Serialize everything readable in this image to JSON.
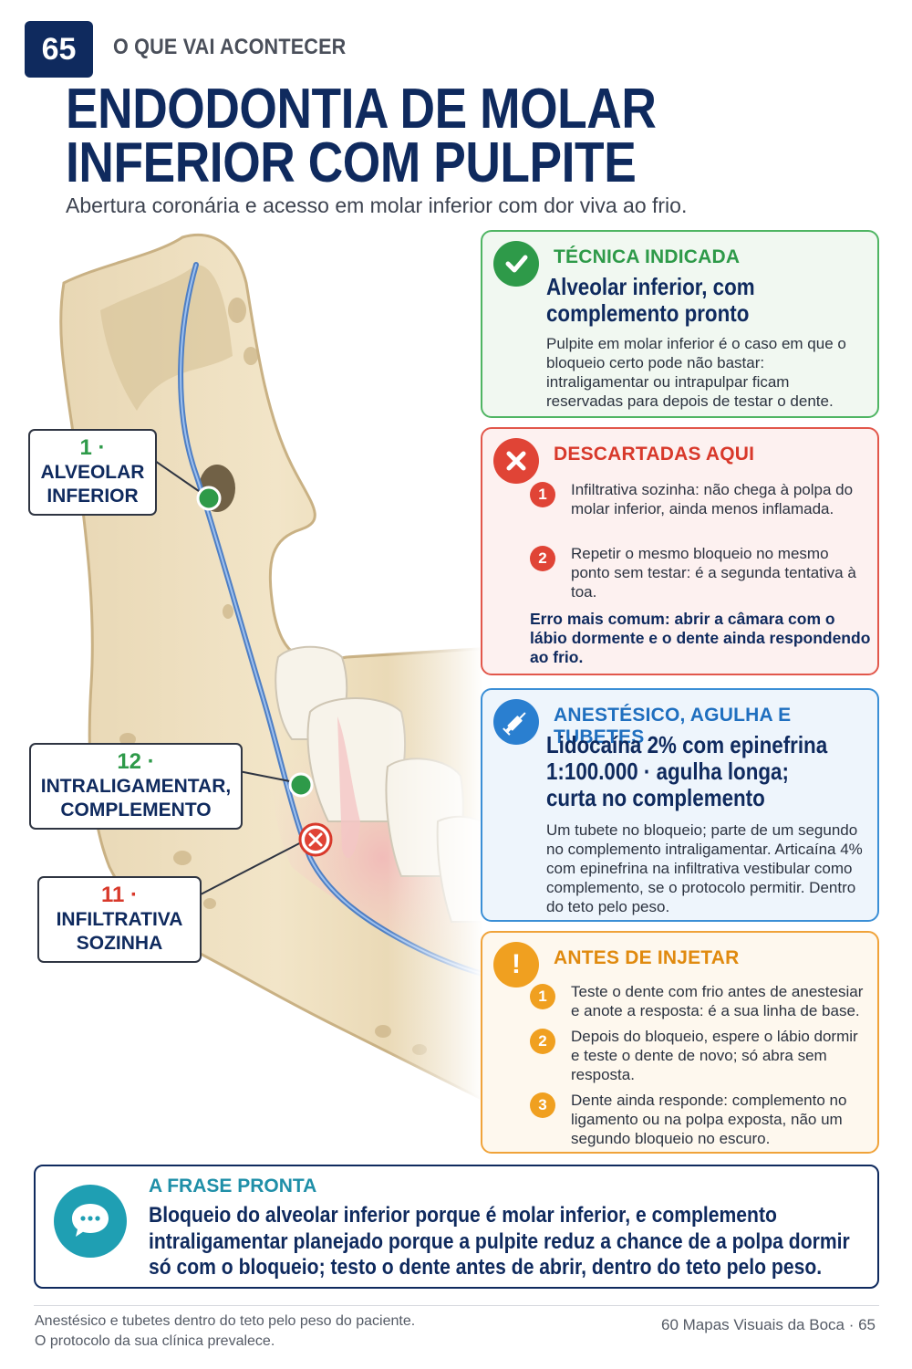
{
  "header": {
    "page_number": "65",
    "kicker": "O QUE VAI ACONTECER",
    "title_line1": "ENDODONTIA DE MOLAR",
    "title_line2": "INFERIOR COM PULPITE",
    "subtitle": "Abertura coronária e acesso em molar inferior com dor viva ao frio."
  },
  "callouts": [
    {
      "number": "1",
      "sep": " · ",
      "line1": "ALVEOLAR",
      "line2": "INFERIOR",
      "color": "#2e9a49"
    },
    {
      "number": "12",
      "sep": " · ",
      "line1": "INTRALIGAMENTAR,",
      "line2": "COMPLEMENTO",
      "color": "#2e9a49"
    },
    {
      "number": "11",
      "sep": " · ",
      "line1": "INFILTRATIVA",
      "line2": "SOZINHA",
      "color": "#d8392b"
    }
  ],
  "cards": {
    "tecnica": {
      "heading": "TÉCNICA INDICADA",
      "big_line1": "Alveolar inferior, com",
      "big_line2": "complemento pronto",
      "body": "Pulpite em molar inferior é o caso em que o bloqueio certo pode não bastar: intraligamentar ou intrapulpar ficam reservadas para depois de testar o dente.",
      "icon": "check-icon"
    },
    "descartadas": {
      "heading": "DESCARTADAS AQUI",
      "items": [
        {
          "n": "1",
          "text": "Infiltrativa sozinha: não chega à polpa do molar inferior, ainda menos inflamada."
        },
        {
          "n": "2",
          "text": "Repetir o mesmo bloqueio no mesmo ponto sem testar: é a segunda tentativa à toa."
        }
      ],
      "warning": "Erro mais comum: abrir a câmara com o lábio dormente e o dente ainda respondendo ao frio.",
      "icon": "x-icon"
    },
    "anestesico": {
      "heading": "ANESTÉSICO, AGULHA E TUBETES",
      "big_line1": "Lidocaína 2% com epinefrina",
      "big_line2": "1:100.000 · agulha longa;",
      "big_line3": "curta no complemento",
      "body": "Um tubete no bloqueio; parte de um segundo no complemento intraligamentar. Articaína 4% com epinefrina na infiltrativa vestibular como complemento, se o protocolo permitir. Dentro do teto pelo peso.",
      "icon": "syringe-icon"
    },
    "antes": {
      "heading": "ANTES DE INJETAR",
      "items": [
        {
          "n": "1",
          "text": "Teste o dente com frio antes de anestesiar e anote a resposta: é a sua linha de base."
        },
        {
          "n": "2",
          "text": "Depois do bloqueio, espere o lábio dormir e teste o dente de novo; só abra sem resposta."
        },
        {
          "n": "3",
          "text": "Dente ainda responde: complemento no ligamento ou na polpa exposta, não um segundo bloqueio no escuro."
        }
      ],
      "icon": "exclamation-icon"
    }
  },
  "phrase": {
    "heading": "A FRASE PRONTA",
    "text": "Bloqueio do alveolar inferior porque é molar inferior, e complemento intraligamentar planejado porque a pulpite reduz a chance de a polpa dormir só com o bloqueio; testo o dente antes de abrir, dentro do teto pelo peso.",
    "icon": "chat-bubble-icon"
  },
  "footer": {
    "left_line1": "Anestésico e tubetes dentro do teto pelo peso do paciente.",
    "left_line2": "O protocolo da sua clínica prevalece.",
    "right": "60 Mapas Visuais da Boca · 65"
  },
  "colors": {
    "navy": "#0f2a5e",
    "green": "#2e9a49",
    "red": "#d8392b",
    "blue": "#2a7fd0",
    "amber": "#f0a020",
    "teal": "#1f9fb3"
  }
}
